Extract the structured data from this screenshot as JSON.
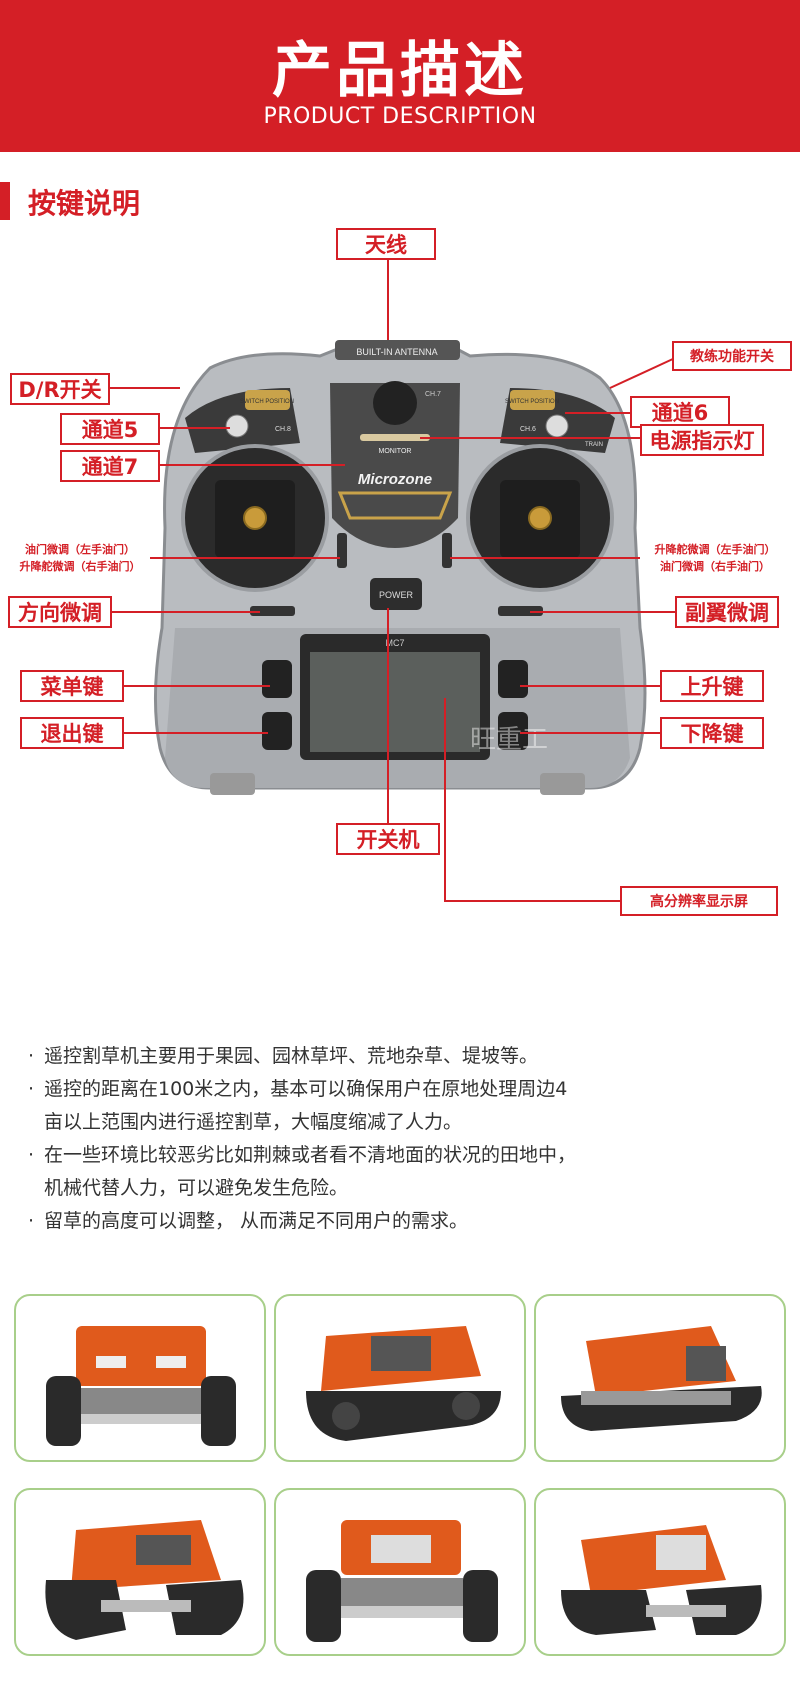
{
  "header": {
    "title": "产品描述",
    "subtitle": "PRODUCT DESCRIPTION"
  },
  "section": {
    "label": "按键说明"
  },
  "device": {
    "antenna_label": "BUILT-IN ANTENNA",
    "brand": "Microzone",
    "monitor_label": "MONITOR",
    "power_label": "POWER",
    "model": "MC7",
    "ch7": "CH.7",
    "ch8": "CH.8",
    "ch6": "CH.6",
    "switch_position": "SWITCH POSITION",
    "train": "TRAIN",
    "watermark": "旺重工"
  },
  "labels": {
    "antenna": "天线",
    "dr_switch": "D/R开关",
    "channel5": "通道5",
    "channel7": "通道7",
    "channel6": "通道6",
    "trainer_switch": "教练功能开关",
    "power_indicator": "电源指示灯",
    "left_trim_line1": "油门微调（左手油门）",
    "left_trim_line2": "升降舵微调（右手油门）",
    "right_trim_line1": "升降舵微调（左手油门）",
    "right_trim_line2": "油门微调（右手油门）",
    "rudder_trim": "方向微调",
    "aileron_trim": "副翼微调",
    "menu_key": "菜单键",
    "exit_key": "退出键",
    "up_key": "上升键",
    "down_key": "下降键",
    "power_switch": "开关机",
    "hd_screen": "高分辨率显示屏"
  },
  "notes": [
    "遥控割草机主要用于果园、园林草坪、荒地杂草、堤坡等。",
    "遥控的距离在100米之内，基本可以确保用户在原地处理周边4\n亩以上范围内进行遥控割草，大幅度缩减了人力。",
    "在一些环境比较恶劣比如荆棘或者看不清地面的状况的田地中，\n机械代替人力，可以避免发生危险。",
    "留草的高度可以调整， 从而满足不同用户的需求。"
  ],
  "bullet": "·",
  "colors": {
    "brand_red": "#d41f26",
    "card_border": "#a8cf8a",
    "mower_orange": "#e05a1c"
  }
}
